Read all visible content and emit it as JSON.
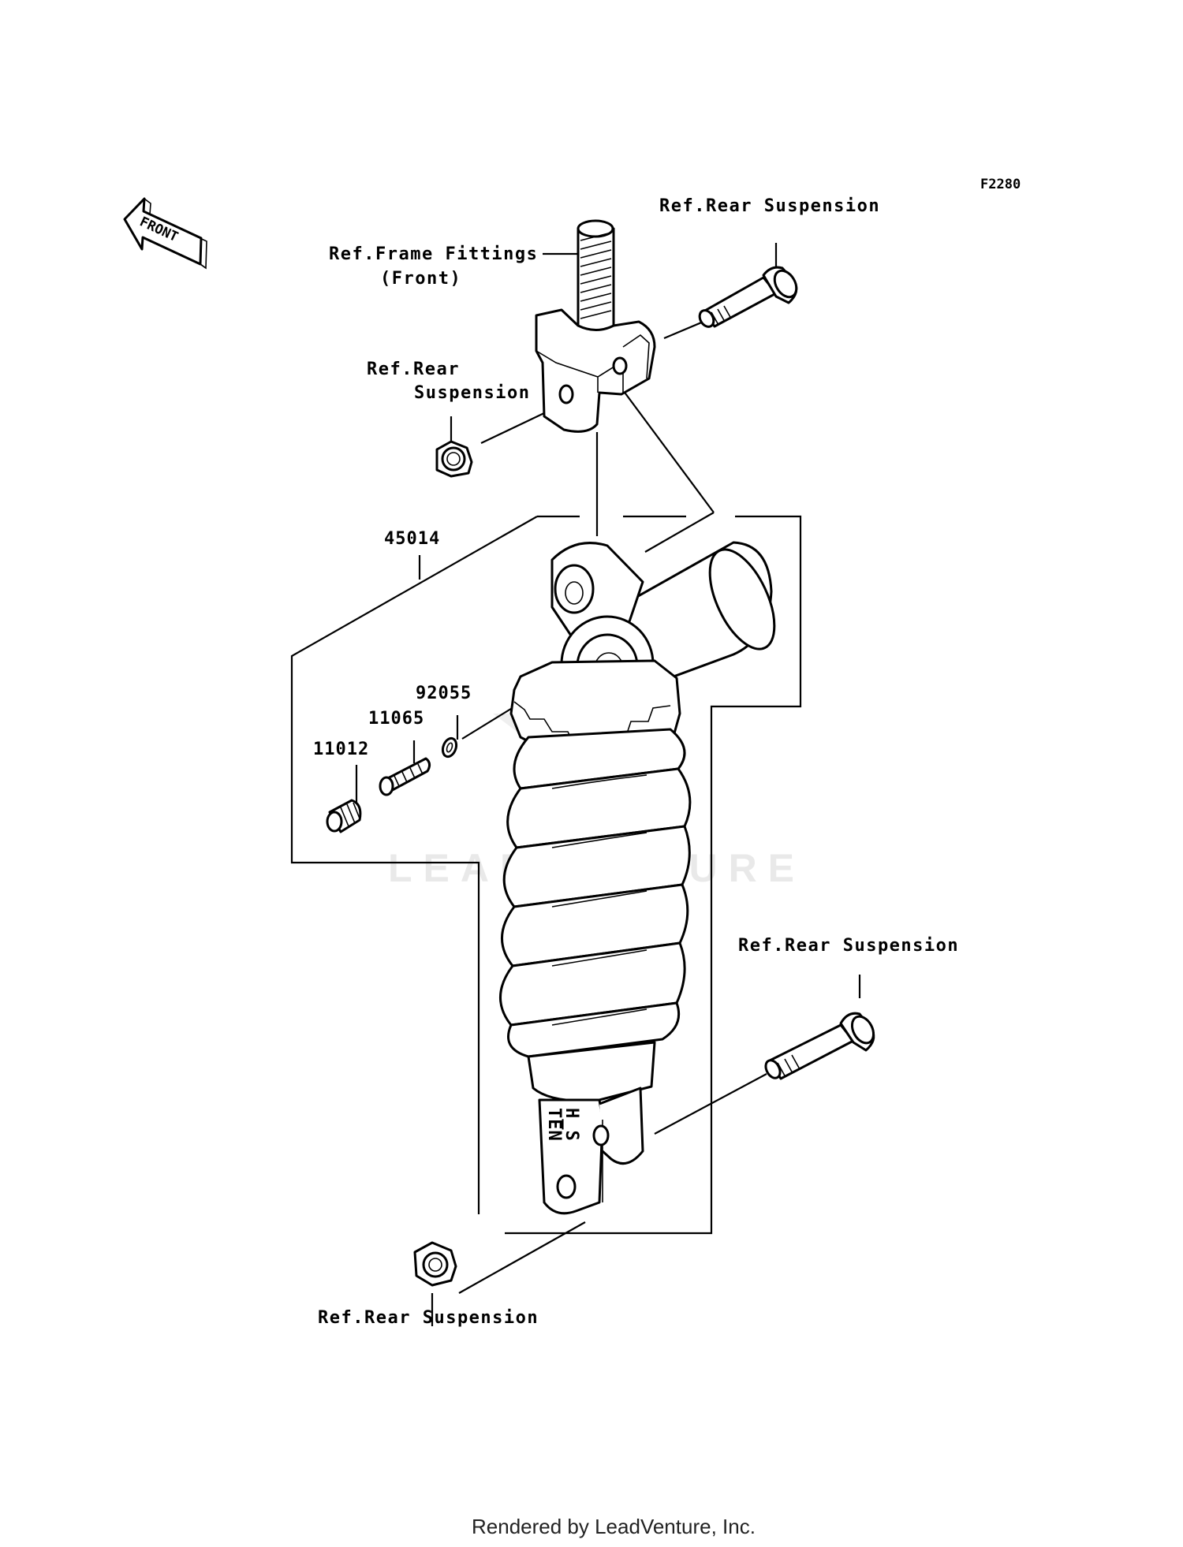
{
  "diagram_code": "F2280",
  "front_indicator": "FRONT",
  "labels": {
    "ref_rear_susp_top": "Ref.Rear Suspension",
    "ref_frame_line1": "Ref.Frame Fittings",
    "ref_frame_line2": "(Front)",
    "ref_rear_line1": "Ref.Rear",
    "ref_rear_line2": "Suspension",
    "ref_rear_susp_right": "Ref.Rear Suspension",
    "ref_rear_susp_bottom": "Ref.Rear Suspension"
  },
  "part_numbers": {
    "shock_assy": "45014",
    "o_ring": "92055",
    "valve": "11065",
    "cap": "11012"
  },
  "shock_marks": {
    "line1": "TEN",
    "line2": "H_S"
  },
  "watermark": "LEADVENTURE",
  "footer": "Rendered by LeadVenture, Inc."
}
